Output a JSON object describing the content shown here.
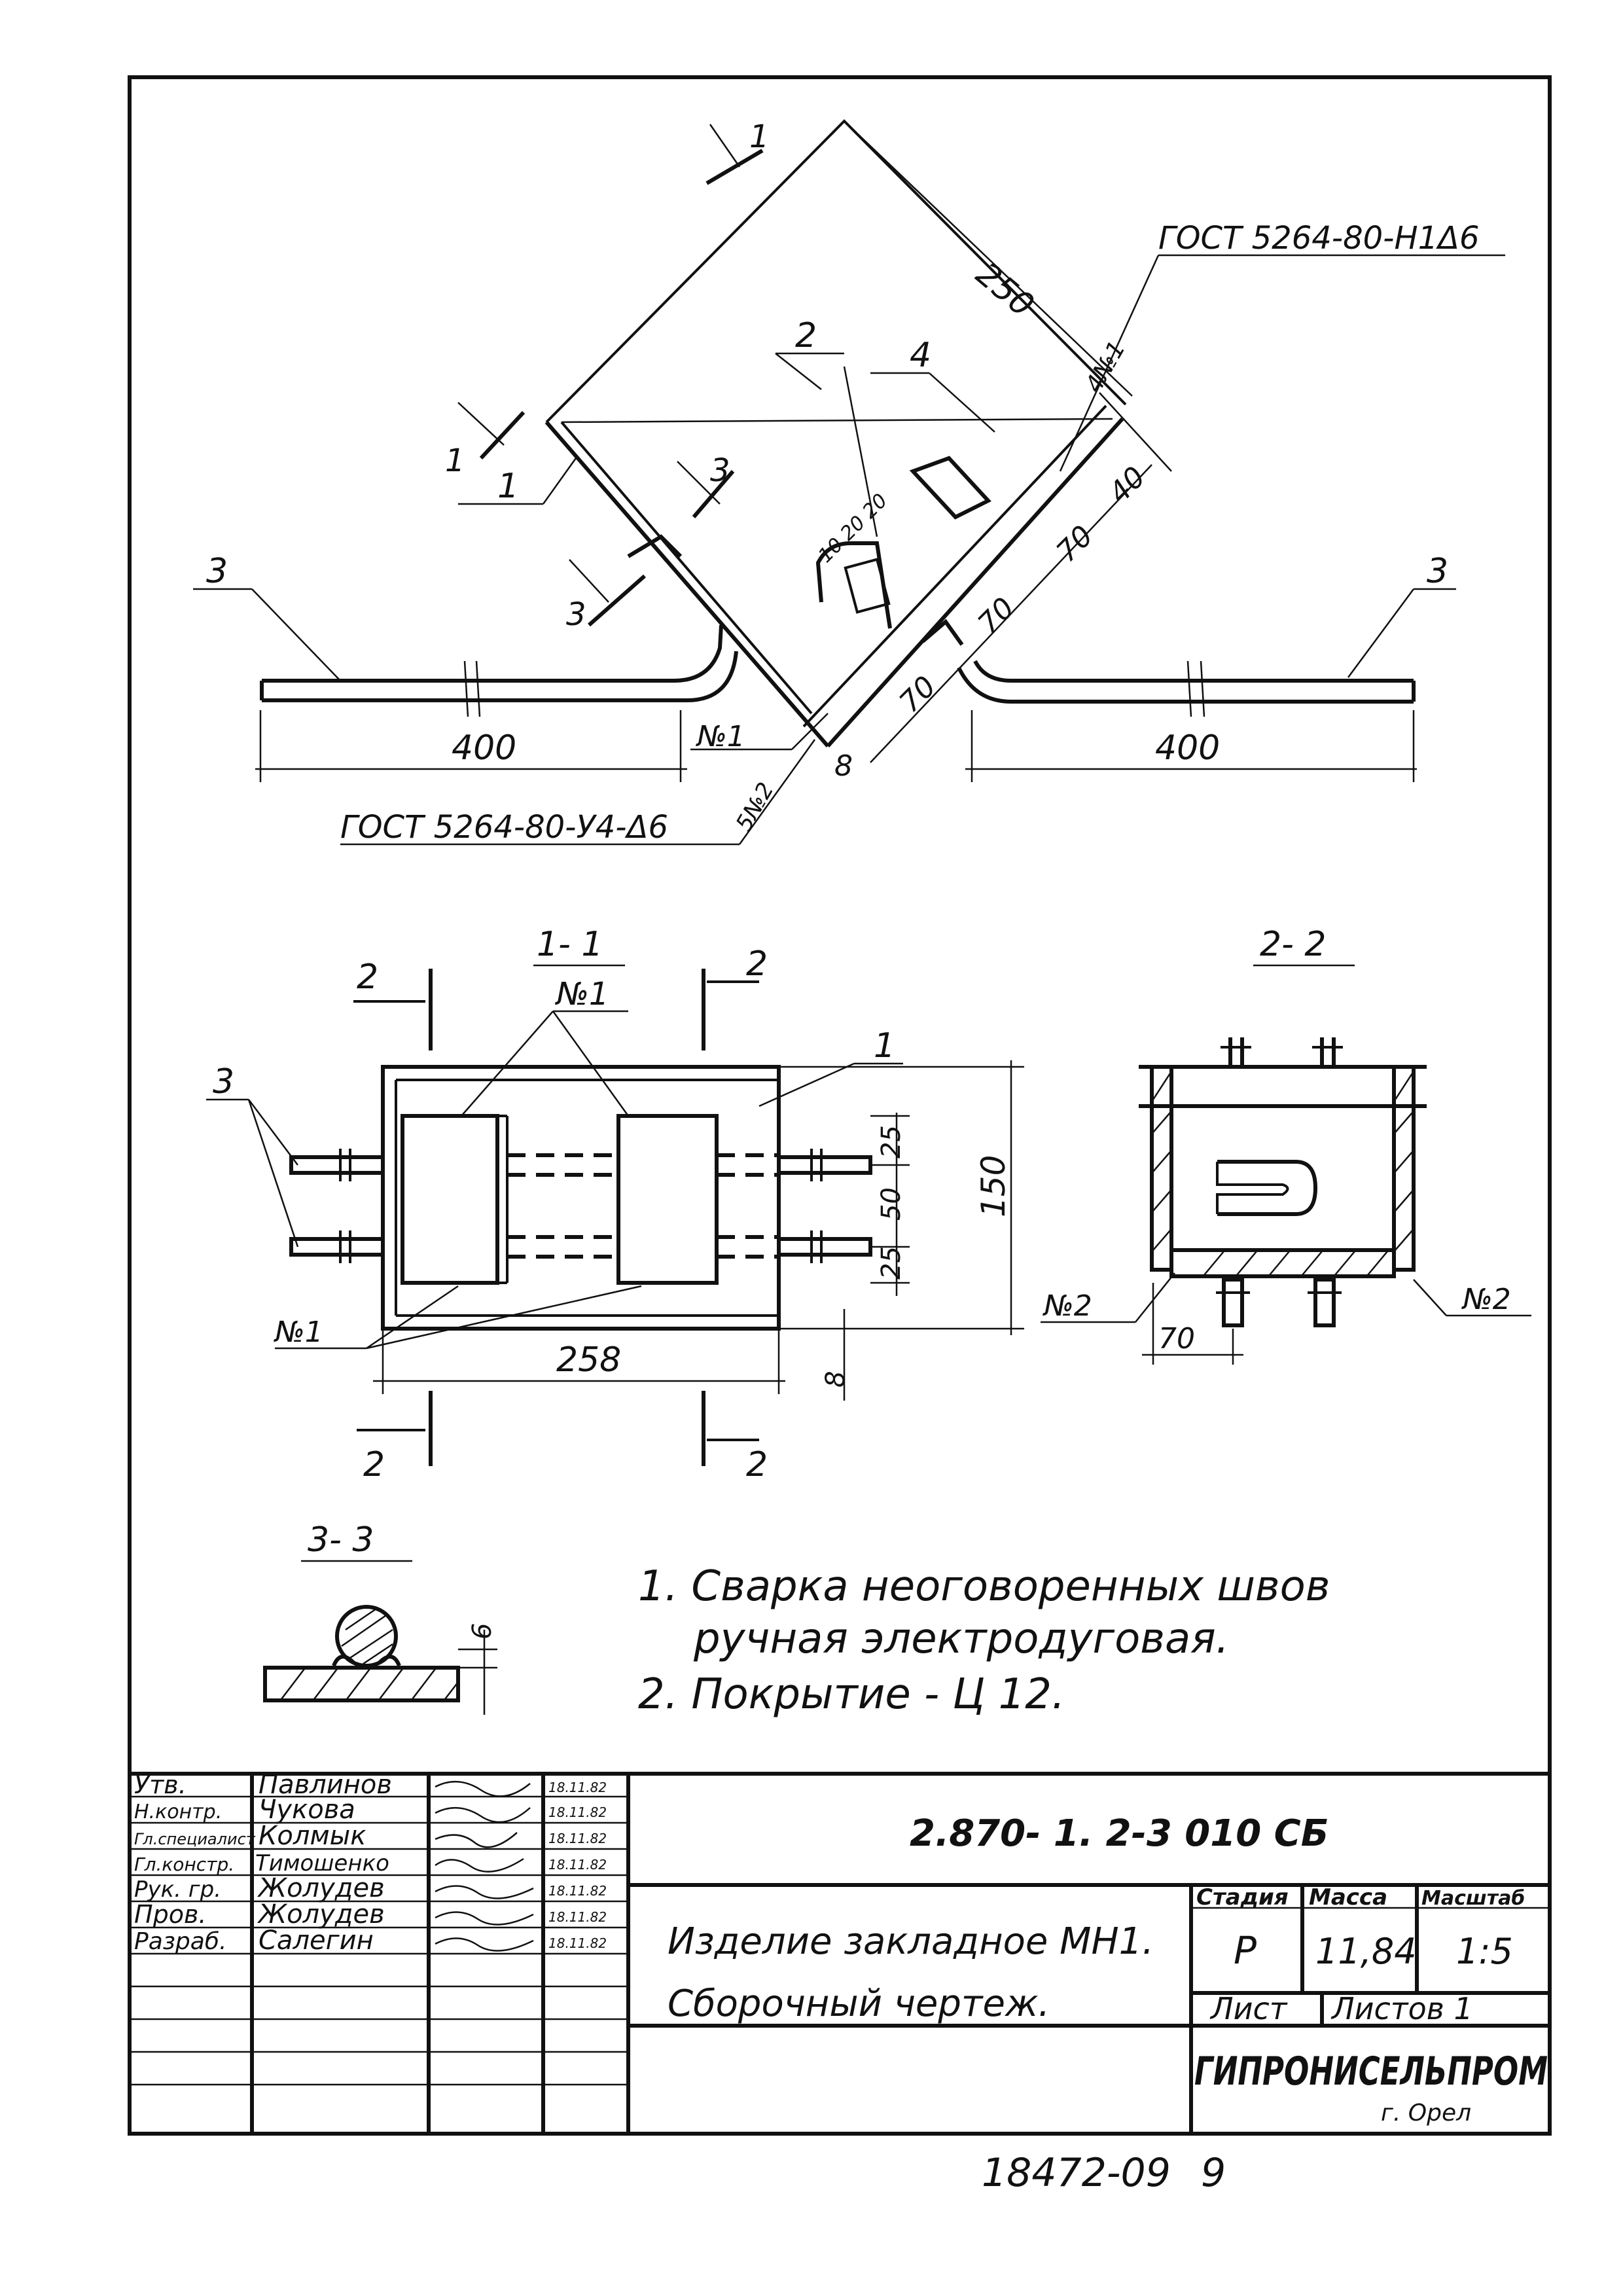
{
  "main_view": {
    "dim_250": "250",
    "dim_400_left": "400",
    "dim_400_right": "400",
    "dim_70_a": "70",
    "dim_70_b": "70",
    "dim_70_c": "70",
    "dim_40": "40",
    "dim_10_20_20": "10 20 20",
    "dim_8": "8",
    "weld_n1_top": "№1",
    "weld_n1_bottom": "№1",
    "weld_n2": "№2",
    "weld_n1_code": "4№1",
    "weld_n2_code": "5№2",
    "gost_top": "ГОСТ 5264-80-Н1Δ6",
    "gost_bottom": "ГОСТ 5264-80-У4-Δ6",
    "pos_1": "1",
    "pos_2": "2",
    "pos_3_left": "3",
    "pos_3_right": "3",
    "pos_4": "4",
    "cut_1_a": "1",
    "cut_1_b": "1",
    "cut_3": "3",
    "cut_3_b": "3"
  },
  "section_1_1": {
    "title": "1- 1",
    "weld_n1_top": "№1",
    "weld_n1_bottom": "№1",
    "pos_3": "3",
    "pos_1": "1",
    "dim_258": "258",
    "dim_150": "150",
    "dim_25_a": "25",
    "dim_50": "50",
    "dim_25_b": "25",
    "dim_8": "8",
    "cut_2_tl": "2",
    "cut_2_tr": "2",
    "cut_2_bl": "2",
    "cut_2_br": "2"
  },
  "section_2_2": {
    "title": "2- 2",
    "weld_n2_left": "№2",
    "weld_n2_right": "№2",
    "dim_70": "70"
  },
  "section_3_3": {
    "title": "3- 3",
    "dim_6": "6"
  },
  "notes": [
    "1. Сварка неоговоренных швов",
    "ручная электродуговая.",
    "2. Покрытие - Ц 12."
  ],
  "title_block": {
    "rows": [
      {
        "role": "Утв.",
        "name": "Павлинов",
        "date": "18.11.82"
      },
      {
        "role": "Н.контр.",
        "name": "Чукова",
        "date": "18.11.82"
      },
      {
        "role": "Гл.специалист",
        "name": "Колмык",
        "date": "18.11.82"
      },
      {
        "role": "Гл.констр.",
        "name": "Тимошенко",
        "date": "18.11.82"
      },
      {
        "role": "Рук. гр.",
        "name": "Жолудев",
        "date": "18.11.82"
      },
      {
        "role": "Пров.",
        "name": "Жолудев",
        "date": "18.11.82"
      },
      {
        "role": "Разраб.",
        "name": "Салегин",
        "date": "18.11.82"
      }
    ],
    "doc_code": "2.870- 1. 2-3 010 СБ",
    "item_title_1": "Изделие закладное МН1.",
    "item_title_2": "Сборочный чертеж.",
    "stage_label": "Стадия",
    "mass_label": "Масса",
    "scale_label": "Масштаб",
    "stage": "Р",
    "mass": "11,84",
    "scale": "1:5",
    "sheet_label": "Лист",
    "sheets_label": "Листов 1",
    "org": "ГИПРОНИСЕЛЬПРОМ",
    "city": "г. Орел"
  },
  "footer": {
    "inventory": "18472-09",
    "page": "9"
  }
}
